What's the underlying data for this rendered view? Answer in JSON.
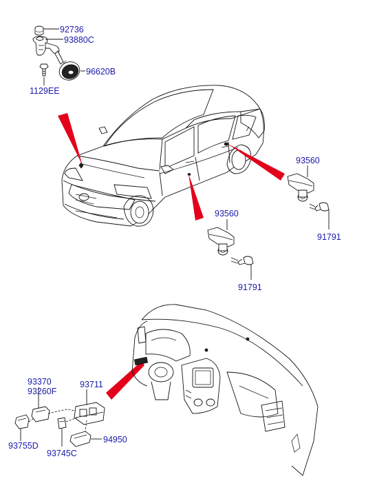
{
  "labels": {
    "p92736": "92736",
    "p93880c": "93880C",
    "p96620b": "96620B",
    "p1129ee": "1129EE",
    "p93560_right": "93560",
    "p91791_right": "91791",
    "p93560_mid": "93560",
    "p91791_mid": "91791",
    "p93370": "93370",
    "p93260f": "93260F",
    "p93711": "93711",
    "p93755d": "93755D",
    "p94950": "94950",
    "p93745c": "93745C"
  },
  "colors": {
    "label": "#1a1aa8",
    "callout": "#e3001b",
    "line": "#111111"
  }
}
